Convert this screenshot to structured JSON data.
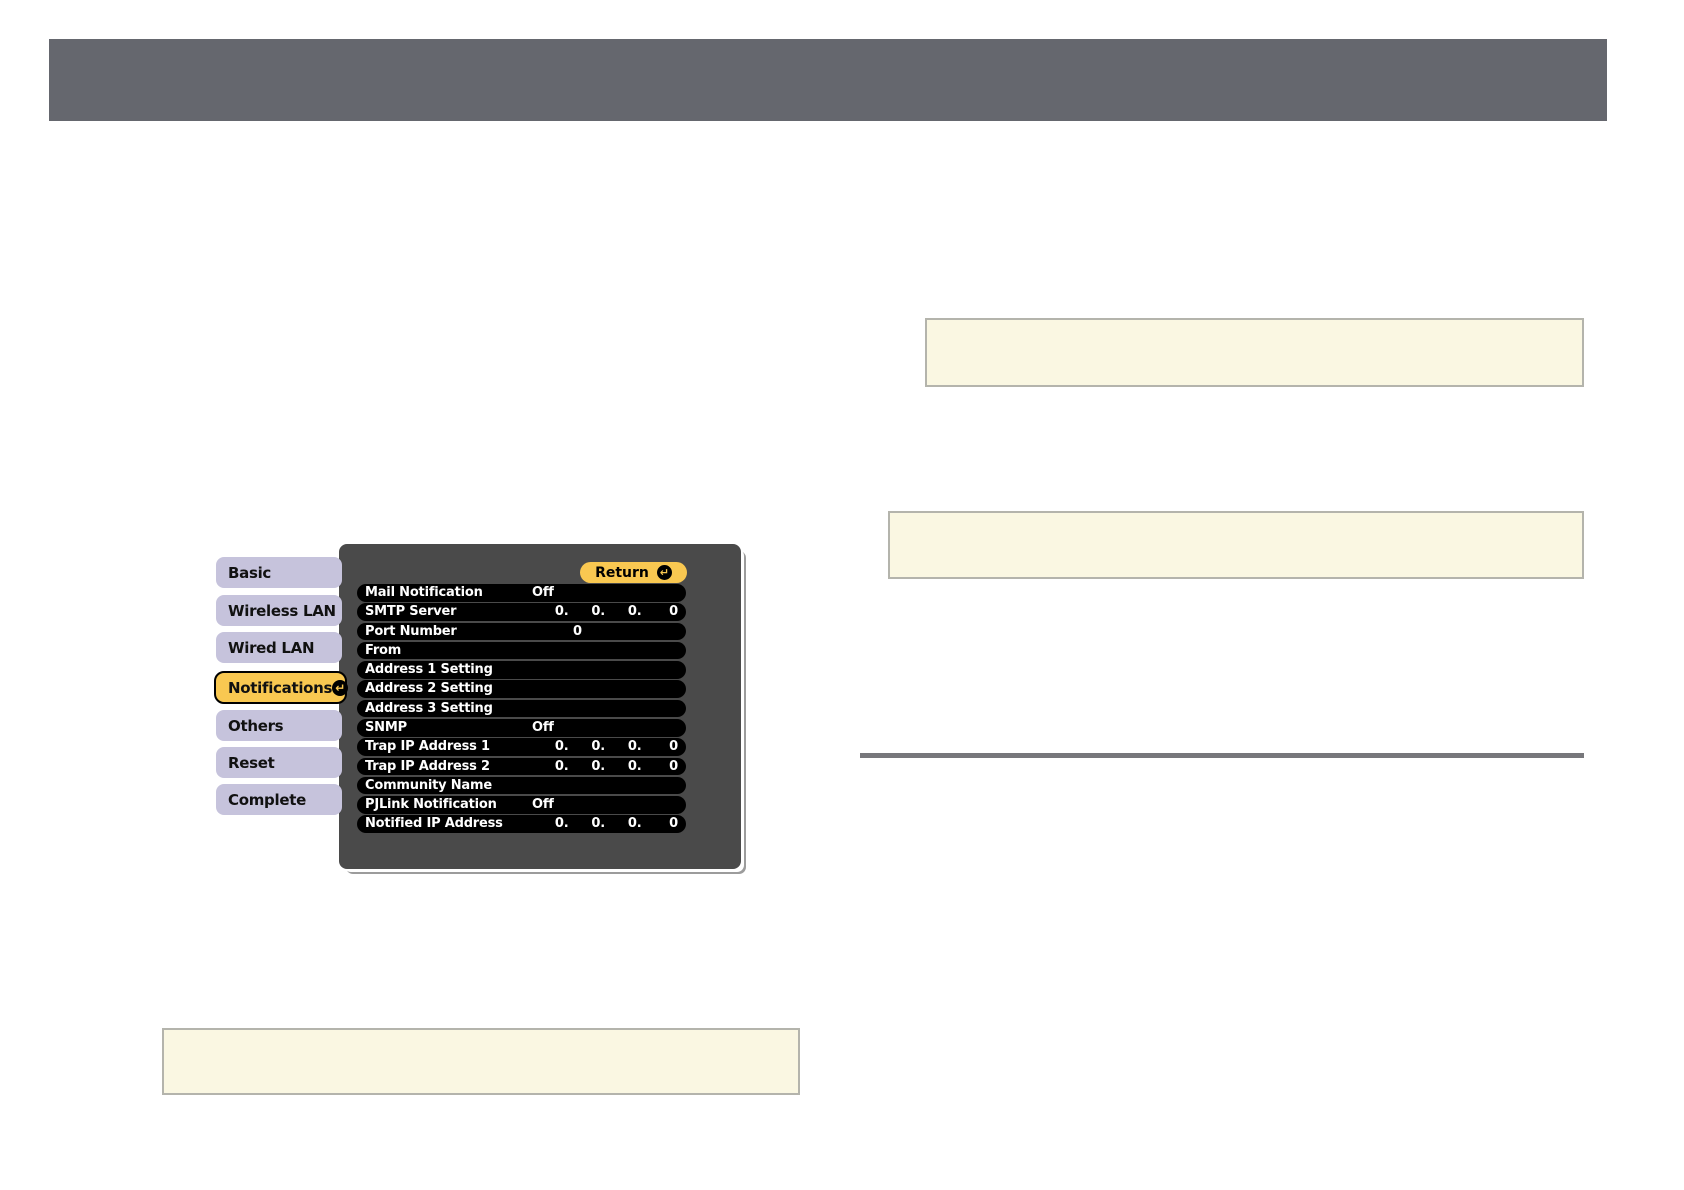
{
  "header": {
    "color": "#65676e"
  },
  "osd_menu": {
    "return_button": {
      "label": "Return",
      "icon": "return-arrow-icon"
    },
    "tabs": [
      {
        "id": "basic",
        "label": "Basic",
        "selected": false
      },
      {
        "id": "wireless-lan",
        "label": "Wireless LAN",
        "selected": false
      },
      {
        "id": "wired-lan",
        "label": "Wired LAN",
        "selected": false
      },
      {
        "id": "notifications",
        "label": "Notifications",
        "selected": true
      },
      {
        "id": "others",
        "label": "Others",
        "selected": false
      },
      {
        "id": "reset",
        "label": "Reset",
        "selected": false
      },
      {
        "id": "complete",
        "label": "Complete",
        "selected": false
      }
    ],
    "rows": [
      {
        "label": "Mail Notification",
        "type": "text",
        "value": "Off"
      },
      {
        "label": "SMTP Server",
        "type": "ip",
        "octets": [
          "0.",
          "0.",
          "0.",
          "0"
        ]
      },
      {
        "label": "Port Number",
        "type": "port",
        "value": "0"
      },
      {
        "label": "From",
        "type": "empty",
        "value": ""
      },
      {
        "label": "Address 1 Setting",
        "type": "empty",
        "value": ""
      },
      {
        "label": "Address 2 Setting",
        "type": "empty",
        "value": ""
      },
      {
        "label": "Address 3 Setting",
        "type": "empty",
        "value": ""
      },
      {
        "label": "SNMP",
        "type": "text",
        "value": "Off"
      },
      {
        "label": "Trap IP Address 1",
        "type": "ip",
        "octets": [
          "0.",
          "0.",
          "0.",
          "0"
        ]
      },
      {
        "label": "Trap IP Address 2",
        "type": "ip",
        "octets": [
          "0.",
          "0.",
          "0.",
          "0"
        ]
      },
      {
        "label": "Community Name",
        "type": "empty",
        "value": ""
      },
      {
        "label": "PJLink Notification",
        "type": "text",
        "value": "Off"
      },
      {
        "label": "Notified IP Address",
        "type": "ip",
        "octets": [
          "0.",
          "0.",
          "0.",
          "0"
        ]
      }
    ],
    "colors": {
      "tab_bg": "#c6c3dc",
      "selected_tab_bg": "#f9c851",
      "panel_bg": "#4a4a4a",
      "row_bg": "#000000",
      "row_text": "#ffffff"
    },
    "icons": {
      "return": "↵"
    }
  },
  "notes": {
    "background": "#faf7e2",
    "border": "#b4b4ac"
  },
  "divider": {
    "color": "#77777b"
  }
}
